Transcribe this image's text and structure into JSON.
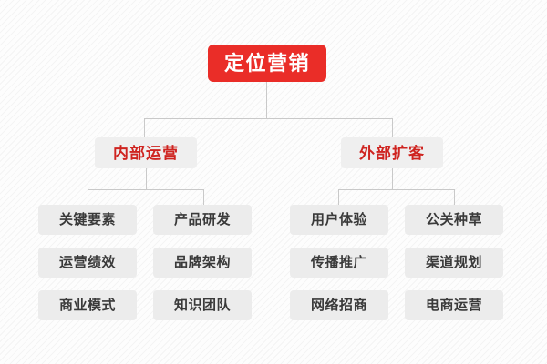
{
  "diagram": {
    "type": "org-tree",
    "root": {
      "label": "定位营销",
      "box_color": "#ea2d28",
      "text_color": "#ffffff"
    },
    "branches": [
      {
        "label": "内部运营",
        "box_color": "#efefef",
        "text_color": "#cf2420",
        "columns": [
          {
            "items": [
              {
                "label": "关键要素"
              },
              {
                "label": "运营绩效"
              },
              {
                "label": "商业模式"
              }
            ]
          },
          {
            "items": [
              {
                "label": "产品研发"
              },
              {
                "label": "品牌架构"
              },
              {
                "label": "知识团队"
              }
            ]
          }
        ]
      },
      {
        "label": "外部扩客",
        "box_color": "#efefef",
        "text_color": "#cf2420",
        "columns": [
          {
            "items": [
              {
                "label": "用户体验"
              },
              {
                "label": "传播推广"
              },
              {
                "label": "网络招商"
              }
            ]
          },
          {
            "items": [
              {
                "label": "公关种草"
              },
              {
                "label": "渠道规划"
              },
              {
                "label": "电商运营"
              }
            ]
          }
        ]
      }
    ],
    "style": {
      "background_color": "#fdfdfd",
      "stripe_color": "#f0f0f0",
      "connector_color": "#c9c9c9",
      "leaf_box_color": "#ececec",
      "leaf_text_color": "#3a3a3a"
    }
  }
}
